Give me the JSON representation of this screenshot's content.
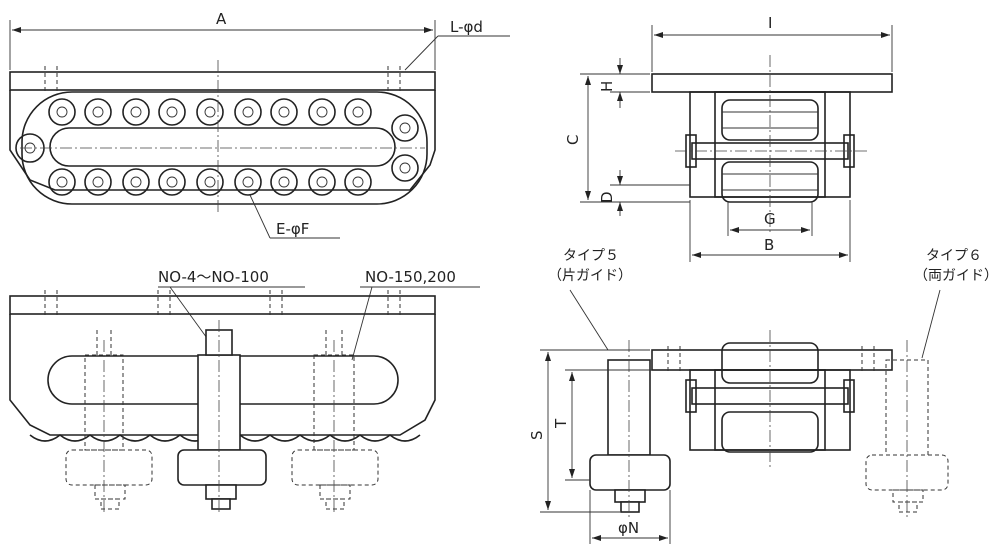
{
  "labels": {
    "A": "A",
    "L_phi_d": "L-φd",
    "E_phi_F": "E-φF",
    "no_small": "NO-4～NO-100",
    "no_large": "NO-150,200",
    "I": "I",
    "H": "H",
    "C": "C",
    "D": "D",
    "G": "G",
    "B": "B",
    "type5_line1": "タイプ５",
    "type5_line2": "（片ガイド）",
    "type6_line1": "タイプ６",
    "type6_line2": "（両ガイド）",
    "S": "S",
    "T": "T",
    "phi_N": "φN"
  }
}
